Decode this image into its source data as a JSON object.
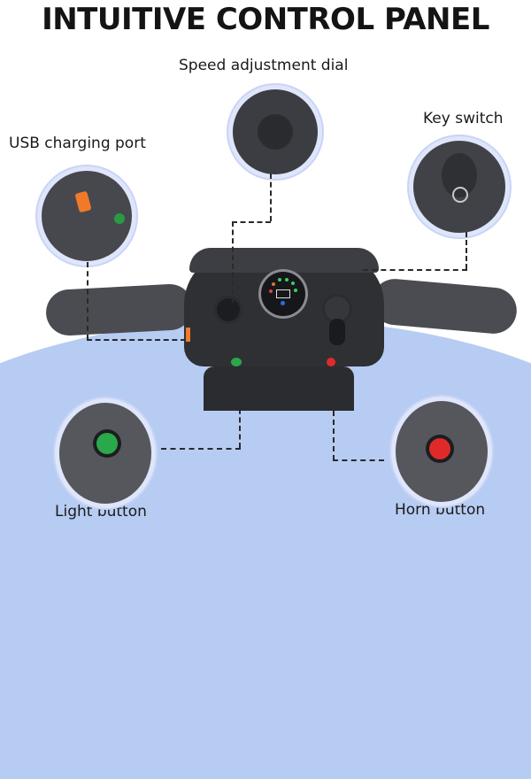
{
  "title": "INTUITIVE CONTROL PANEL",
  "callouts": [
    {
      "id": "speed",
      "label": "Speed adjustment dial"
    },
    {
      "id": "usb",
      "label": "USB charging port"
    },
    {
      "id": "key",
      "label": "Key switch"
    },
    {
      "id": "light",
      "label": "Light button"
    },
    {
      "id": "horn",
      "label": "Horn button"
    }
  ],
  "colors": {
    "background": "#ffffff",
    "floor_arc": "#b7ccf2",
    "ring": "#dfe6fb",
    "panel": "#2e3034",
    "light_button": "#2aa84a",
    "horn_button": "#e02a2a",
    "usb_latch": "#f07a2a"
  }
}
